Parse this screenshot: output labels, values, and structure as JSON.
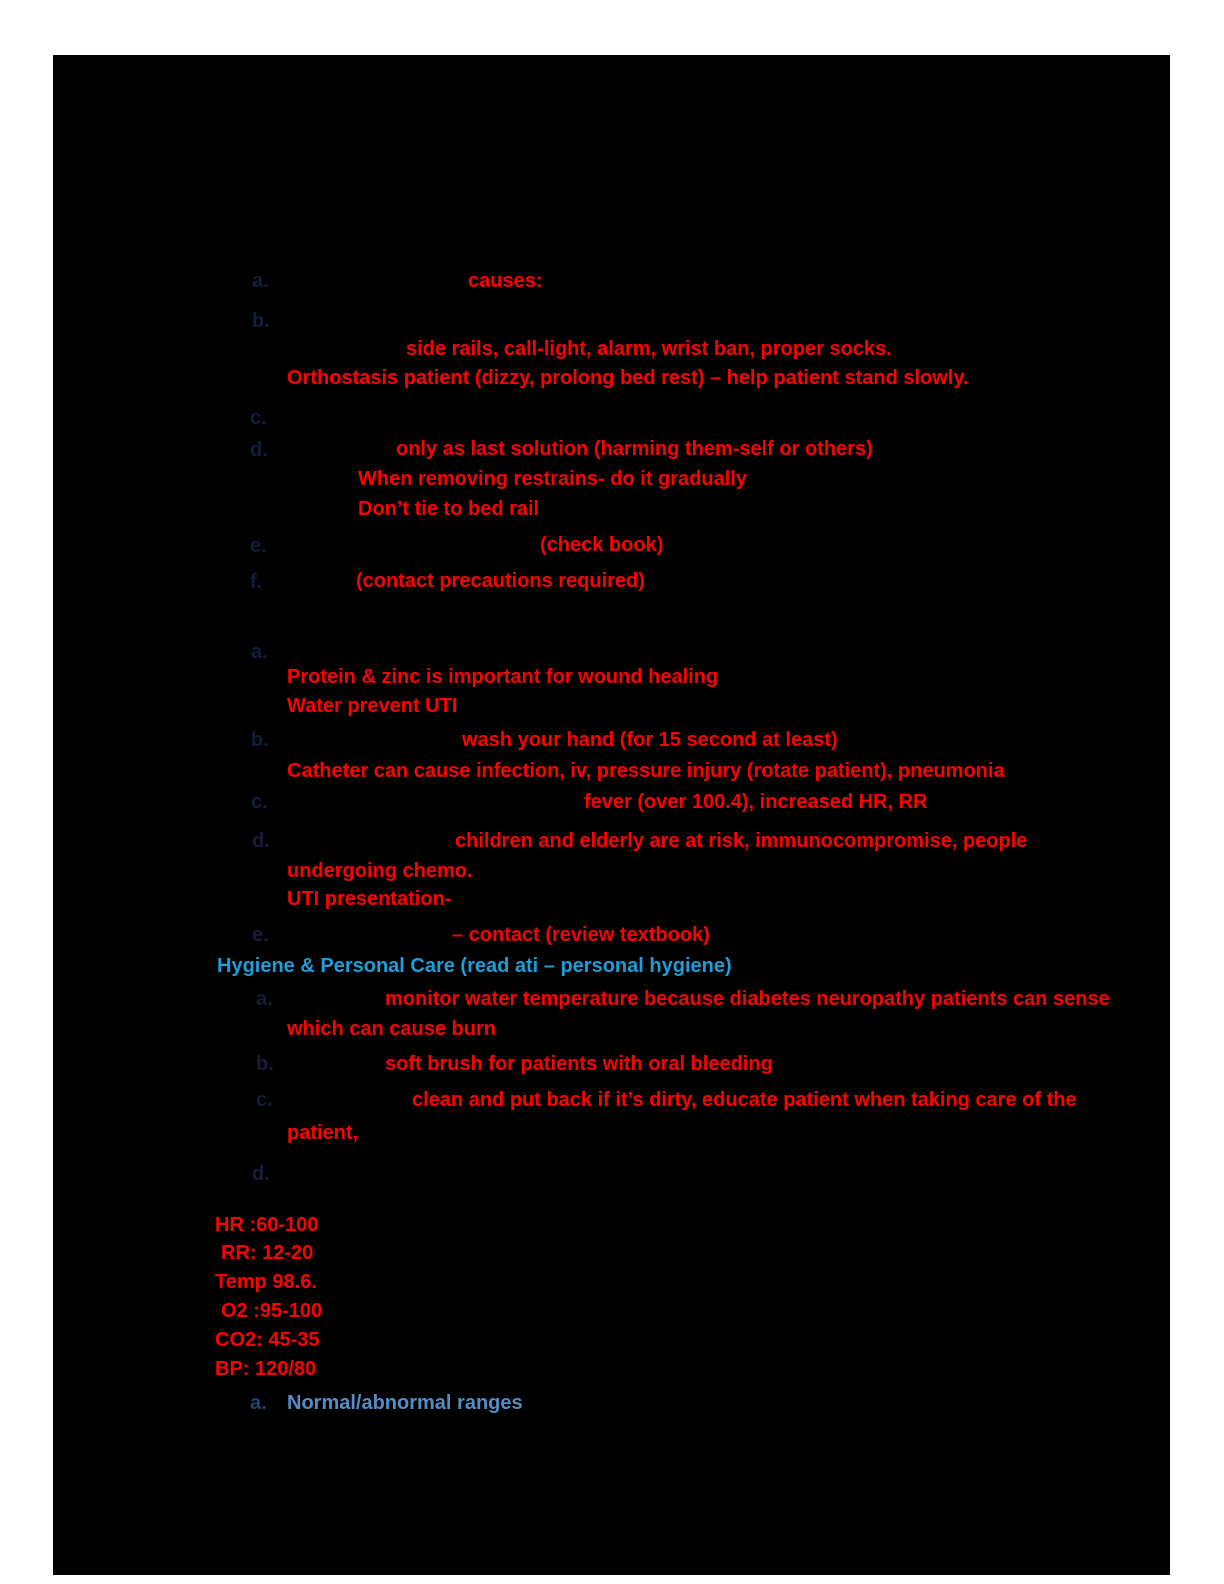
{
  "page": {
    "outer_background": "#ffffff",
    "page_background": "#000000"
  },
  "colors": {
    "highlight_red": "#ff0000",
    "heading_blue": "#1d9dd9",
    "item_steel_blue": "#568cc5",
    "faint_marker_navy": "#151d3d",
    "marker_navy": "#24406e"
  },
  "markers": {
    "a": "a.",
    "b": "b.",
    "c": "c.",
    "d": "d.",
    "e": "e.",
    "f": "f."
  },
  "safety_notes": {
    "causes_label": "causes:",
    "fall_prevention": "side rails, call-light, alarm, wrist ban, proper socks.",
    "orthostasis": "Orthostasis patient (dizzy, prolong bed rest) – help patient stand slowly.",
    "restraints_last_solution": "only as last solution (harming them-self or others)",
    "restraints_removing": "When removing restrains- do it gradually",
    "restraints_no_tie": "Don’t tie to bed rail",
    "check_book": "(check book)",
    "contact_precautions": "(contact precautions required)"
  },
  "infection_notes": {
    "protein_zinc": "Protein & zinc is important for wound healing",
    "water_uti": "Water prevent UTI",
    "hand_wash": "wash your hand (for 15 second at least)",
    "catheter": "Catheter can cause infection, iv, pressure injury (rotate patient), pneumonia",
    "fever": "fever (over 100.4), increased HR, RR",
    "at_risk": "children and elderly are at risk, immunocompromise, people",
    "at_risk_cont": "undergoing chemo.",
    "uti_presentation": "UTI presentation-",
    "contact_review": "– contact (review textbook)"
  },
  "hygiene_section": {
    "heading": "Hygiene & Personal Care (read ati – personal hygiene)",
    "water_temperature": "monitor water temperature because diabetes neuropathy patients can sense",
    "water_temperature_cont": "which can cause burn",
    "soft_brush": "soft brush for patients with oral bleeding",
    "dentures": "clean and put back if it’s dirty, educate patient when taking care of the",
    "dentures_cont": "patient,"
  },
  "vitals": {
    "hr": "HR :60-100",
    "rr": "RR: 12-20",
    "temp": "Temp 98.6.",
    "o2": "O2 :95-100",
    "co2": "CO2: 45-35",
    "bp": "BP: 120/80",
    "ranges_item": "Normal/abnormal ranges"
  }
}
